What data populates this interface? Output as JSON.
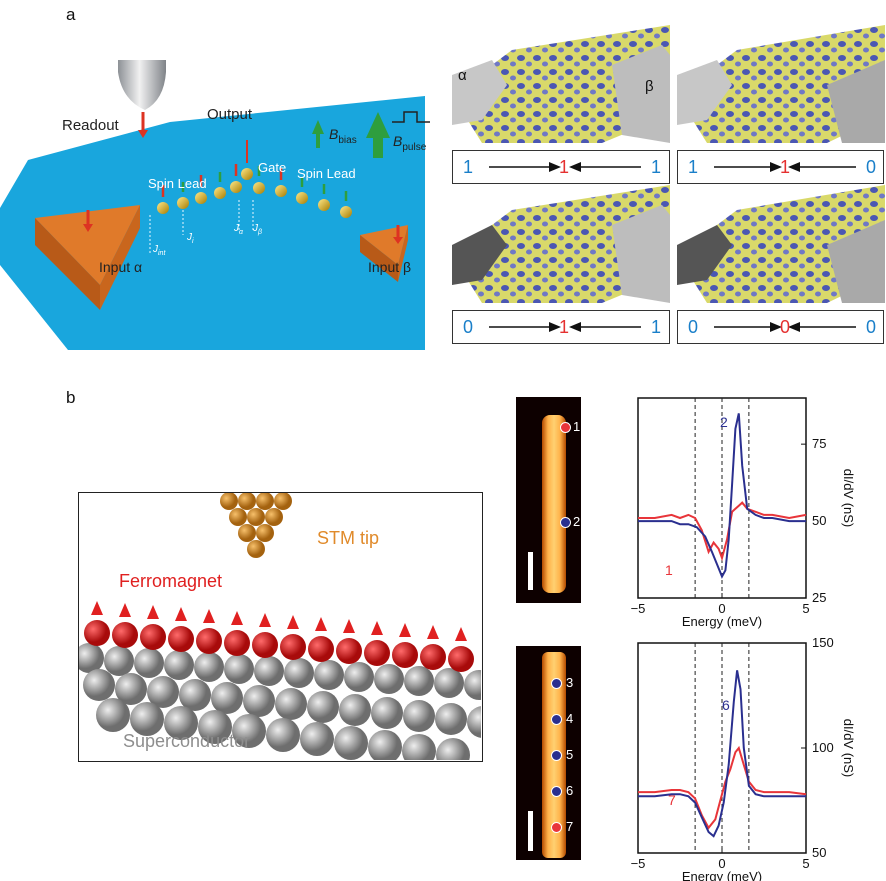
{
  "panel_a": {
    "letter": "a",
    "labels": {
      "readout": "Readout",
      "output": "Output",
      "gate": "Gate",
      "spin_lead_left": "Spin Lead",
      "spin_lead_right": "Spin Lead",
      "input_alpha": "Input α",
      "input_beta": "Input β",
      "b_bias_main": "B",
      "b_bias_sub": "bias",
      "b_pulse_main": "B",
      "b_pulse_sub": "pulse",
      "j_int": "J",
      "j_int_sub": "int",
      "j_i": "J",
      "j_i_sub": "i",
      "j_alpha": "J",
      "j_alpha_sub": "α",
      "j_beta": "J",
      "j_beta_sub": "β"
    },
    "stm_greek": {
      "alpha": "α",
      "beta": "β"
    },
    "truth_table": [
      {
        "a": "1",
        "out": "1",
        "b": "1"
      },
      {
        "a": "1",
        "out": "1",
        "b": "0"
      },
      {
        "a": "0",
        "out": "1",
        "b": "1"
      },
      {
        "a": "0",
        "out": "0",
        "b": "0"
      }
    ],
    "colors": {
      "substrate": "#19a6dd",
      "electrode": "#e07a2a",
      "bias_arrow": "#2e9e3e",
      "blue_text": "#1a7fc9",
      "red_text": "#e53030"
    }
  },
  "panel_b": {
    "letter": "b",
    "labels": {
      "stm_tip": "STM tip",
      "ferromagnet": "Ferromagnet",
      "superconductor": "Superconductor"
    },
    "strip_top_points": [
      "1",
      "2"
    ],
    "strip_bottom_points": [
      "3",
      "4",
      "5",
      "6",
      "7"
    ],
    "colors": {
      "tip": "#d98a2a",
      "ferromagnet": "#e02020",
      "superconductor": "#9a9a9a",
      "series_red": "#e8353a",
      "series_blue": "#2a2f8f"
    }
  },
  "chart_data": [
    {
      "type": "line",
      "xlabel": "Energy (meV)",
      "ylabel": "dI/dV (nS)",
      "xlim": [
        -5,
        5
      ],
      "ylim": [
        25,
        90
      ],
      "xticks": [
        "−5",
        "0",
        "5"
      ],
      "yticks": [
        "25",
        "50",
        "75"
      ],
      "dashed_x": [
        -1.6,
        0,
        1.6
      ],
      "series": [
        {
          "name": "1",
          "color": "#e8353a",
          "x": [
            -5,
            -4,
            -3,
            -2.5,
            -2,
            -1.6,
            -1.2,
            -0.8,
            -0.5,
            -0.2,
            0,
            0.3,
            0.6,
            0.8,
            1.0,
            1.2,
            1.5,
            2,
            2.5,
            3,
            4,
            5
          ],
          "y": [
            51,
            51,
            52,
            51,
            52,
            51,
            47,
            40,
            43,
            41,
            38,
            44,
            53,
            54,
            55,
            56,
            54,
            53,
            52,
            52,
            51,
            52
          ]
        },
        {
          "name": "2",
          "color": "#2a2f8f",
          "x": [
            -5,
            -4,
            -3,
            -2.5,
            -2,
            -1.5,
            -1.0,
            -0.6,
            -0.3,
            0,
            0.2,
            0.4,
            0.6,
            0.8,
            1.0,
            1.2,
            1.5,
            2,
            2.5,
            3,
            4,
            5
          ],
          "y": [
            50,
            50,
            50,
            49,
            49,
            48,
            45,
            40,
            36,
            32,
            34,
            44,
            62,
            80,
            85,
            68,
            54,
            52,
            51,
            51,
            50,
            50
          ]
        }
      ]
    },
    {
      "type": "line",
      "xlabel": "Energy (meV)",
      "ylabel": "dI/dV (nS)",
      "xlim": [
        -5,
        5
      ],
      "ylim": [
        50,
        150
      ],
      "xticks": [
        "−5",
        "0",
        "5"
      ],
      "yticks": [
        "50",
        "100",
        "150"
      ],
      "dashed_x": [
        -1.6,
        0,
        1.6
      ],
      "series": [
        {
          "name": "7",
          "color": "#e8353a",
          "x": [
            -5,
            -4,
            -3,
            -2.5,
            -2,
            -1.6,
            -1.2,
            -0.8,
            -0.4,
            -0.1,
            0.2,
            0.5,
            0.8,
            1.0,
            1.3,
            1.6,
            2,
            2.5,
            3,
            4,
            5
          ],
          "y": [
            79,
            79,
            80,
            80,
            79,
            76,
            68,
            62,
            66,
            75,
            84,
            90,
            98,
            100,
            92,
            84,
            80,
            79,
            79,
            79,
            78
          ]
        },
        {
          "name": "6",
          "color": "#2a2f8f",
          "x": [
            -5,
            -4,
            -3,
            -2.5,
            -2,
            -1.6,
            -1.2,
            -0.8,
            -0.5,
            -0.2,
            0.1,
            0.4,
            0.7,
            0.9,
            1.1,
            1.3,
            1.6,
            2,
            2.5,
            3,
            4,
            5
          ],
          "y": [
            77,
            77,
            78,
            78,
            77,
            74,
            67,
            60,
            58,
            63,
            74,
            92,
            122,
            137,
            128,
            100,
            82,
            78,
            77,
            77,
            77,
            77
          ]
        }
      ]
    }
  ]
}
